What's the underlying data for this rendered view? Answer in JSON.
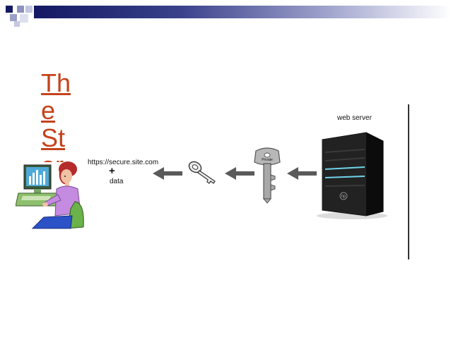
{
  "slide": {
    "title_link": "The Story",
    "labels": {
      "url": "https://secure.site.com",
      "plus": "+",
      "data": "data",
      "web_server": "web server",
      "private_key": "Private",
      "server_logo": "hp"
    },
    "icons": [
      "user-at-computer-icon",
      "small-key-icon",
      "private-key-icon",
      "web-server-icon",
      "arrow-left-icon"
    ],
    "colors": {
      "title_link": "#c4431c",
      "header_dark": "#131a63",
      "arrow": "#5a5a5a",
      "server_body": "#1b1b1b",
      "server_light": "#6fd3ea"
    }
  }
}
